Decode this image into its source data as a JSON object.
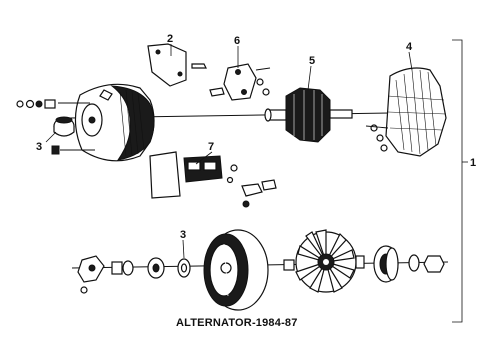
{
  "caption": "ALTERNATOR-1984-87",
  "callouts": {
    "c1": "1",
    "c2": "2",
    "c3a": "3",
    "c3b": "3",
    "c4": "4",
    "c5": "5",
    "c6": "6",
    "c7": "7"
  }
}
